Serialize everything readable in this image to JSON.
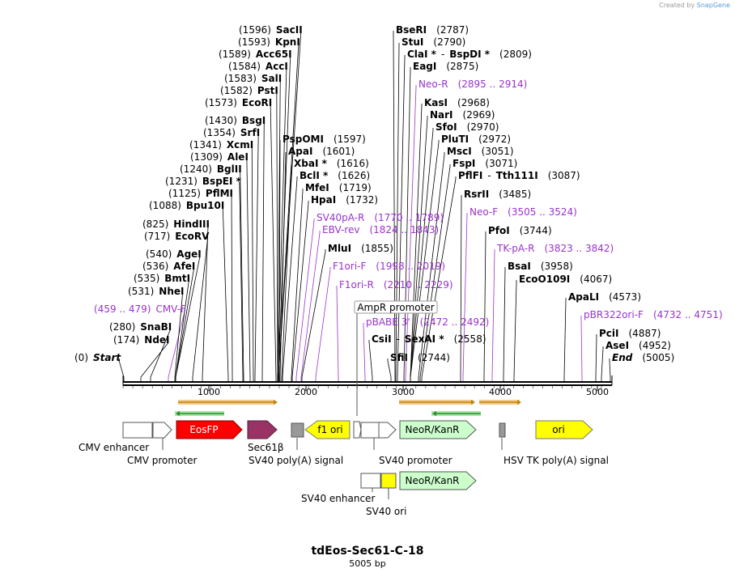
{
  "brand": {
    "prefix": "Created by",
    "name": "SnapGene"
  },
  "title": "tdEos-Sec61-C-18",
  "length_label": "5005 bp",
  "colors": {
    "site": "#000000",
    "primer": "#9933cc",
    "eosfp": "#ff0000",
    "sec61": "#993366",
    "yellow": "#ffff00",
    "neo": "#ccffcc",
    "orange": "#ff9900",
    "green": "#33cc33"
  },
  "ruler": [
    "1000",
    "2000",
    "3000",
    "4000",
    "5000"
  ],
  "sites": [
    {
      "pos": "(0)",
      "name": "Start",
      "italic": true
    },
    {
      "pos": "(174)",
      "name": "NdeI"
    },
    {
      "pos": "(280)",
      "name": "SnaBI"
    },
    {
      "pos": "(459 .. 479)",
      "name": "CMV-F",
      "primer": true
    },
    {
      "pos": "(531)",
      "name": "NheI"
    },
    {
      "pos": "(535)",
      "name": "BmtI"
    },
    {
      "pos": "(536)",
      "name": "AfeI"
    },
    {
      "pos": "(540)",
      "name": "AgeI"
    },
    {
      "pos": "(717)",
      "name": "EcoRV"
    },
    {
      "pos": "(825)",
      "name": "HindIII"
    },
    {
      "pos": "(1088)",
      "name": "Bpu10I"
    },
    {
      "pos": "(1125)",
      "name": "PflMI"
    },
    {
      "pos": "(1231)",
      "name": "BspEI *"
    },
    {
      "pos": "(1240)",
      "name": "BglII"
    },
    {
      "pos": "(1309)",
      "name": "AleI"
    },
    {
      "pos": "(1341)",
      "name": "XcmI"
    },
    {
      "pos": "(1354)",
      "name": "SrfI"
    },
    {
      "pos": "(1430)",
      "name": "BsgI"
    },
    {
      "pos": "(1573)",
      "name": "EcoRI"
    },
    {
      "pos": "(1582)",
      "name": "PstI"
    },
    {
      "pos": "(1583)",
      "name": "SalI"
    },
    {
      "pos": "(1584)",
      "name": "AccI"
    },
    {
      "pos": "(1589)",
      "name": "Acc65I"
    },
    {
      "pos": "(1593)",
      "name": "KpnI"
    },
    {
      "pos": "(1596)",
      "name": "SacII"
    },
    {
      "name": "PspOMI",
      "pos": "(1597)"
    },
    {
      "name": "ApaI",
      "pos": "(1601)"
    },
    {
      "name": "XbaI *",
      "pos": "(1616)"
    },
    {
      "name": "BclI *",
      "pos": "(1626)"
    },
    {
      "name": "MfeI",
      "pos": "(1719)"
    },
    {
      "name": "HpaI",
      "pos": "(1732)"
    },
    {
      "name": "SV40pA-R",
      "pos": "(1770 .. 1789)",
      "primer": true
    },
    {
      "name": "EBV-rev",
      "pos": "(1824 .. 1843)",
      "primer": true
    },
    {
      "name": "MluI",
      "pos": "(1855)"
    },
    {
      "name": "F1ori-F",
      "pos": "(1998 .. 2019)",
      "primer": true
    },
    {
      "name": "F1ori-R",
      "pos": "(2210 .. 2229)",
      "primer": true
    },
    {
      "name": "pBABE 3'",
      "pos": "(2472 .. 2492)",
      "primer": true
    },
    {
      "name": "CsiI",
      "name2": "SexAI *",
      "pos": "(2558)"
    },
    {
      "name": "SfiI",
      "pos": "(2744)"
    },
    {
      "name": "BseRI",
      "pos": "(2787)"
    },
    {
      "name": "StuI",
      "pos": "(2790)"
    },
    {
      "name": "ClaI *",
      "name2": "BspDI *",
      "pos": "(2809)"
    },
    {
      "name": "EagI",
      "pos": "(2875)"
    },
    {
      "name": "Neo-R",
      "pos": "(2895 .. 2914)",
      "primer": true
    },
    {
      "name": "KasI",
      "pos": "(2968)"
    },
    {
      "name": "NarI",
      "pos": "(2969)"
    },
    {
      "name": "SfoI",
      "pos": "(2970)"
    },
    {
      "name": "PluTI",
      "pos": "(2972)"
    },
    {
      "name": "MscI",
      "pos": "(3051)"
    },
    {
      "name": "FspI",
      "pos": "(3071)"
    },
    {
      "name": "PflFI",
      "name2": "Tth111I",
      "pos": "(3087)"
    },
    {
      "name": "RsrII",
      "pos": "(3485)"
    },
    {
      "name": "Neo-F",
      "pos": "(3505 .. 3524)",
      "primer": true
    },
    {
      "name": "PfoI",
      "pos": "(3744)"
    },
    {
      "name": "TK-pA-R",
      "pos": "(3823 .. 3842)",
      "primer": true
    },
    {
      "name": "BsaI",
      "pos": "(3958)"
    },
    {
      "name": "EcoO109I",
      "pos": "(4067)"
    },
    {
      "name": "ApaLI",
      "pos": "(4573)"
    },
    {
      "name": "pBR322ori-F",
      "pos": "(4732 .. 4751)",
      "primer": true
    },
    {
      "name": "PciI",
      "pos": "(4887)"
    },
    {
      "name": "AseI",
      "pos": "(4952)"
    },
    {
      "name": "End",
      "pos": "(5005)",
      "italic": true
    }
  ],
  "ampr_label": "AmpR promoter",
  "features": {
    "eosfp": "EosFP",
    "f1ori": "f1 ori",
    "neo1": "NeoR/KanR",
    "ori": "ori",
    "neo2": "NeoR/KanR"
  },
  "feature_labels": {
    "cmv_enh": "CMV enhancer",
    "cmv_prom": "CMV promoter",
    "sec61": "Sec61β",
    "sv40pa": "SV40 poly(A) signal",
    "sv40prom": "SV40 promoter",
    "hsvtk": "HSV TK poly(A) signal",
    "sv40enh": "SV40 enhancer",
    "sv40ori": "SV40 ori"
  }
}
